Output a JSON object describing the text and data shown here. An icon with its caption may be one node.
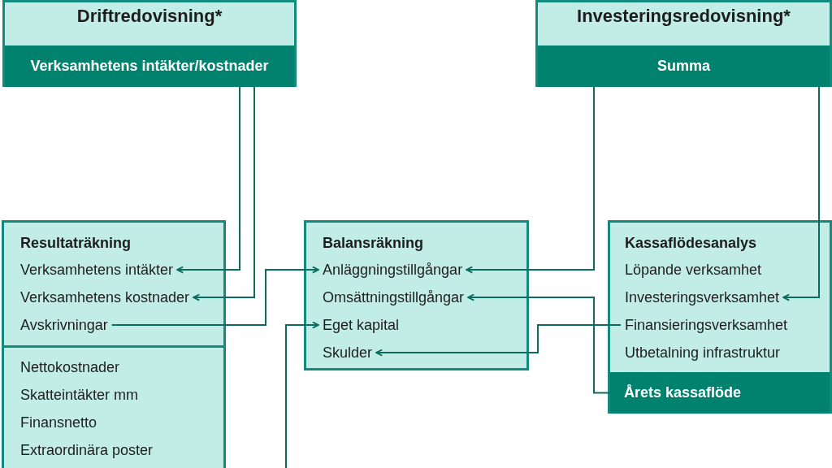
{
  "diagram": {
    "nodes": [
      {
        "text": [
          "Driftredovisning*"
        ]
      },
      {
        "text": [
          "Verksamhetens intäkter/kostnader"
        ],
        "in": 0
      },
      {
        "text": [
          "Investeringsredovisning*"
        ]
      },
      {
        "text": [
          "Summa"
        ],
        "in": 2
      },
      {
        "text": [
          "Resultaträkning"
        ]
      },
      {
        "text": [
          "Verksamhetens intäkter"
        ],
        "in": 4
      },
      {
        "text": [
          "Verksamhetens kostnader"
        ],
        "in": 4
      },
      {
        "text": [
          "Avskrivningar"
        ],
        "in": 4
      },
      {
        "text": [
          "Nettokostnader",
          "Skatteintäkter mm",
          "Finansnetto",
          "Extraordinära poster"
        ],
        "in": 4
      },
      {
        "text": [
          "Balansräkning"
        ]
      },
      {
        "text": [
          "Anläggningstillgångar"
        ],
        "in": 9
      },
      {
        "text": [
          "Omsättningstillgångar"
        ],
        "in": 9
      },
      {
        "text": [
          "Eget kapital"
        ],
        "in": 9
      },
      {
        "text": [
          "Skulder"
        ],
        "in": 9
      },
      {
        "text": [
          "Kassaflödesanalys"
        ]
      },
      {
        "text": [
          "Löpande verksamhet"
        ],
        "in": 14
      },
      {
        "text": [
          "Investeringsverksamhet"
        ],
        "in": 14
      },
      {
        "text": [
          "Finansieringsverksamhet"
        ],
        "in": 14
      },
      {
        "text": [
          "Utbetalning infrastruktur"
        ],
        "in": 14
      },
      {
        "text": [
          "Årets kassaflöde"
        ],
        "in": 14
      }
    ],
    "edges": [
      {
        "from": 1,
        "to": 5,
        "arrow": "to"
      },
      {
        "from": 1,
        "to": 6,
        "arrow": "to"
      },
      {
        "from": 7,
        "to": 10,
        "arrow": "to"
      },
      {
        "from": 3,
        "to": 10,
        "arrow": "to"
      },
      {
        "from": 3,
        "to": 16,
        "arrow": "to"
      },
      {
        "from": 19,
        "to": 11,
        "arrow": "to"
      },
      {
        "from": 17,
        "to": 13,
        "arrow": "to"
      },
      {
        "from": null,
        "to": 12,
        "arrow": "to"
      }
    ]
  }
}
